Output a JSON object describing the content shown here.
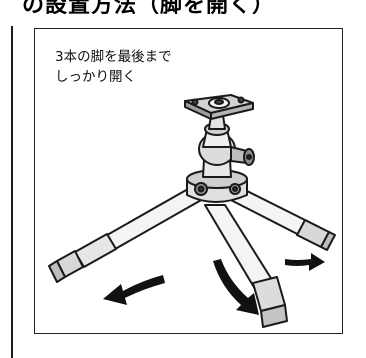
{
  "header": {
    "text": "の設置方法（脚を開く）"
  },
  "panel": {
    "instruction_line1": "3本の脚を最後まで",
    "instruction_line2": "しっかり開く"
  },
  "illustration": {
    "subject": "mini-tripod-with-ball-head",
    "arrows": [
      "left-leg-arrow",
      "center-leg-arrow",
      "right-leg-arrow"
    ]
  }
}
